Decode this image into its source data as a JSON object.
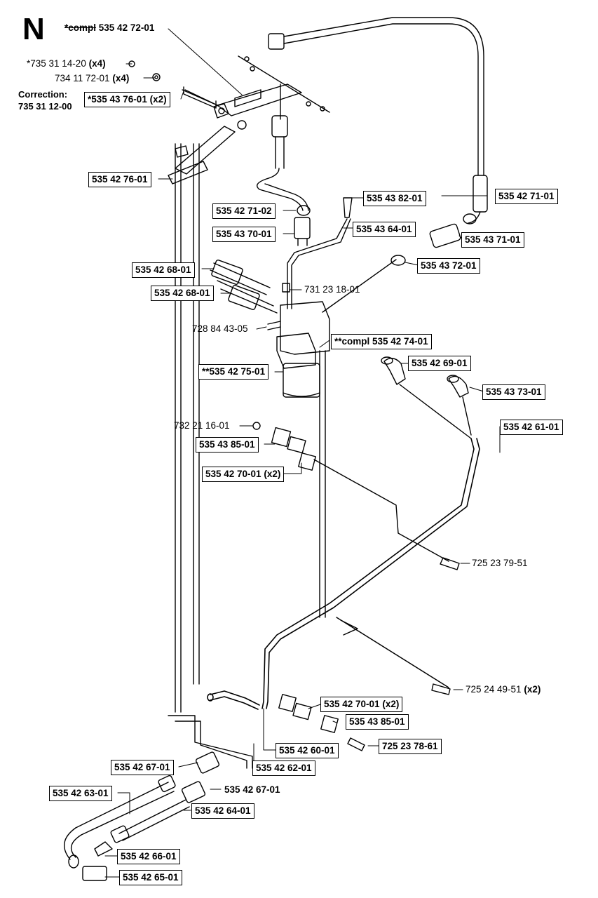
{
  "section": "N",
  "correction": {
    "label": "Correction:",
    "number": "735 31 12-00"
  },
  "parts": [
    {
      "id": "p01",
      "prefix": "*compl",
      "number": "535 42 72-01",
      "qty": "",
      "boxed": true
    },
    {
      "id": "p02",
      "prefix": "",
      "number": "*735 31 14-20",
      "qty": "(x4)",
      "boxed": false
    },
    {
      "id": "p03",
      "prefix": "",
      "number": "734 11 72-01",
      "qty": "(x4)",
      "boxed": false
    },
    {
      "id": "p04",
      "prefix": "",
      "number": "*535 43 76-01",
      "qty": "(x2)",
      "boxed": true
    },
    {
      "id": "p05",
      "prefix": "",
      "number": "535 42 76-01",
      "qty": "",
      "boxed": true
    },
    {
      "id": "p06",
      "prefix": "",
      "number": "535 42 71-01",
      "qty": "",
      "boxed": true
    },
    {
      "id": "p07",
      "prefix": "",
      "number": "535 43 82-01",
      "qty": "",
      "boxed": true
    },
    {
      "id": "p08",
      "prefix": "",
      "number": "535 42 71-02",
      "qty": "",
      "boxed": true
    },
    {
      "id": "p09",
      "prefix": "",
      "number": "535 43 64-01",
      "qty": "",
      "boxed": true
    },
    {
      "id": "p10",
      "prefix": "",
      "number": "535 43 70-01",
      "qty": "",
      "boxed": true
    },
    {
      "id": "p11",
      "prefix": "",
      "number": "535 43 71-01",
      "qty": "",
      "boxed": true
    },
    {
      "id": "p12",
      "prefix": "",
      "number": "535 42 68-01",
      "qty": "",
      "boxed": true
    },
    {
      "id": "p13",
      "prefix": "",
      "number": "535 43 72-01",
      "qty": "",
      "boxed": true
    },
    {
      "id": "p14",
      "prefix": "",
      "number": "731 23 18-01",
      "qty": "",
      "boxed": false
    },
    {
      "id": "p15",
      "prefix": "",
      "number": "535 42 68-01",
      "qty": "",
      "boxed": true
    },
    {
      "id": "p16",
      "prefix": "",
      "number": "728 84 43-05",
      "qty": "",
      "boxed": false
    },
    {
      "id": "p17",
      "prefix": "",
      "number": "**compl 535 42 74-01",
      "qty": "",
      "boxed": true
    },
    {
      "id": "p18",
      "prefix": "",
      "number": "**535 42 75-01",
      "qty": "",
      "boxed": true
    },
    {
      "id": "p19",
      "prefix": "",
      "number": "535 42 69-01",
      "qty": "",
      "boxed": true
    },
    {
      "id": "p20",
      "prefix": "",
      "number": "535 43 73-01",
      "qty": "",
      "boxed": true
    },
    {
      "id": "p21",
      "prefix": "",
      "number": "732 21 16-01",
      "qty": "",
      "boxed": false
    },
    {
      "id": "p22",
      "prefix": "",
      "number": "535 42 61-01",
      "qty": "",
      "boxed": true
    },
    {
      "id": "p23",
      "prefix": "",
      "number": "535 43 85-01",
      "qty": "",
      "boxed": true
    },
    {
      "id": "p24",
      "prefix": "",
      "number": "535 42 70-01",
      "qty": "(x2)",
      "boxed": true
    },
    {
      "id": "p25",
      "prefix": "",
      "number": "725 23 79-51",
      "qty": "",
      "boxed": false
    },
    {
      "id": "p26",
      "prefix": "",
      "number": "725 24 49-51",
      "qty": "(x2)",
      "boxed": false
    },
    {
      "id": "p27",
      "prefix": "",
      "number": "535 42 70-01",
      "qty": "(x2)",
      "boxed": true
    },
    {
      "id": "p28",
      "prefix": "",
      "number": "535 43 85-01",
      "qty": "",
      "boxed": true
    },
    {
      "id": "p29",
      "prefix": "",
      "number": "725 23 78-61",
      "qty": "",
      "boxed": true
    },
    {
      "id": "p30",
      "prefix": "",
      "number": "535 42 60-01",
      "qty": "",
      "boxed": true
    },
    {
      "id": "p31",
      "prefix": "",
      "number": "535 42 67-01",
      "qty": "",
      "boxed": true
    },
    {
      "id": "p32",
      "prefix": "",
      "number": "535 42 62-01",
      "qty": "",
      "boxed": true
    },
    {
      "id": "p33",
      "prefix": "",
      "number": "535 42 63-01",
      "qty": "",
      "boxed": true
    },
    {
      "id": "p34",
      "prefix": "",
      "number": "535 42 67-01",
      "qty": "",
      "boxed": false
    },
    {
      "id": "p35",
      "prefix": "",
      "number": "535 42 64-01",
      "qty": "",
      "boxed": true
    },
    {
      "id": "p36",
      "prefix": "",
      "number": "535 42 66-01",
      "qty": "",
      "boxed": true
    },
    {
      "id": "p37",
      "prefix": "",
      "number": "535 42 65-01",
      "qty": "",
      "boxed": true
    }
  ]
}
